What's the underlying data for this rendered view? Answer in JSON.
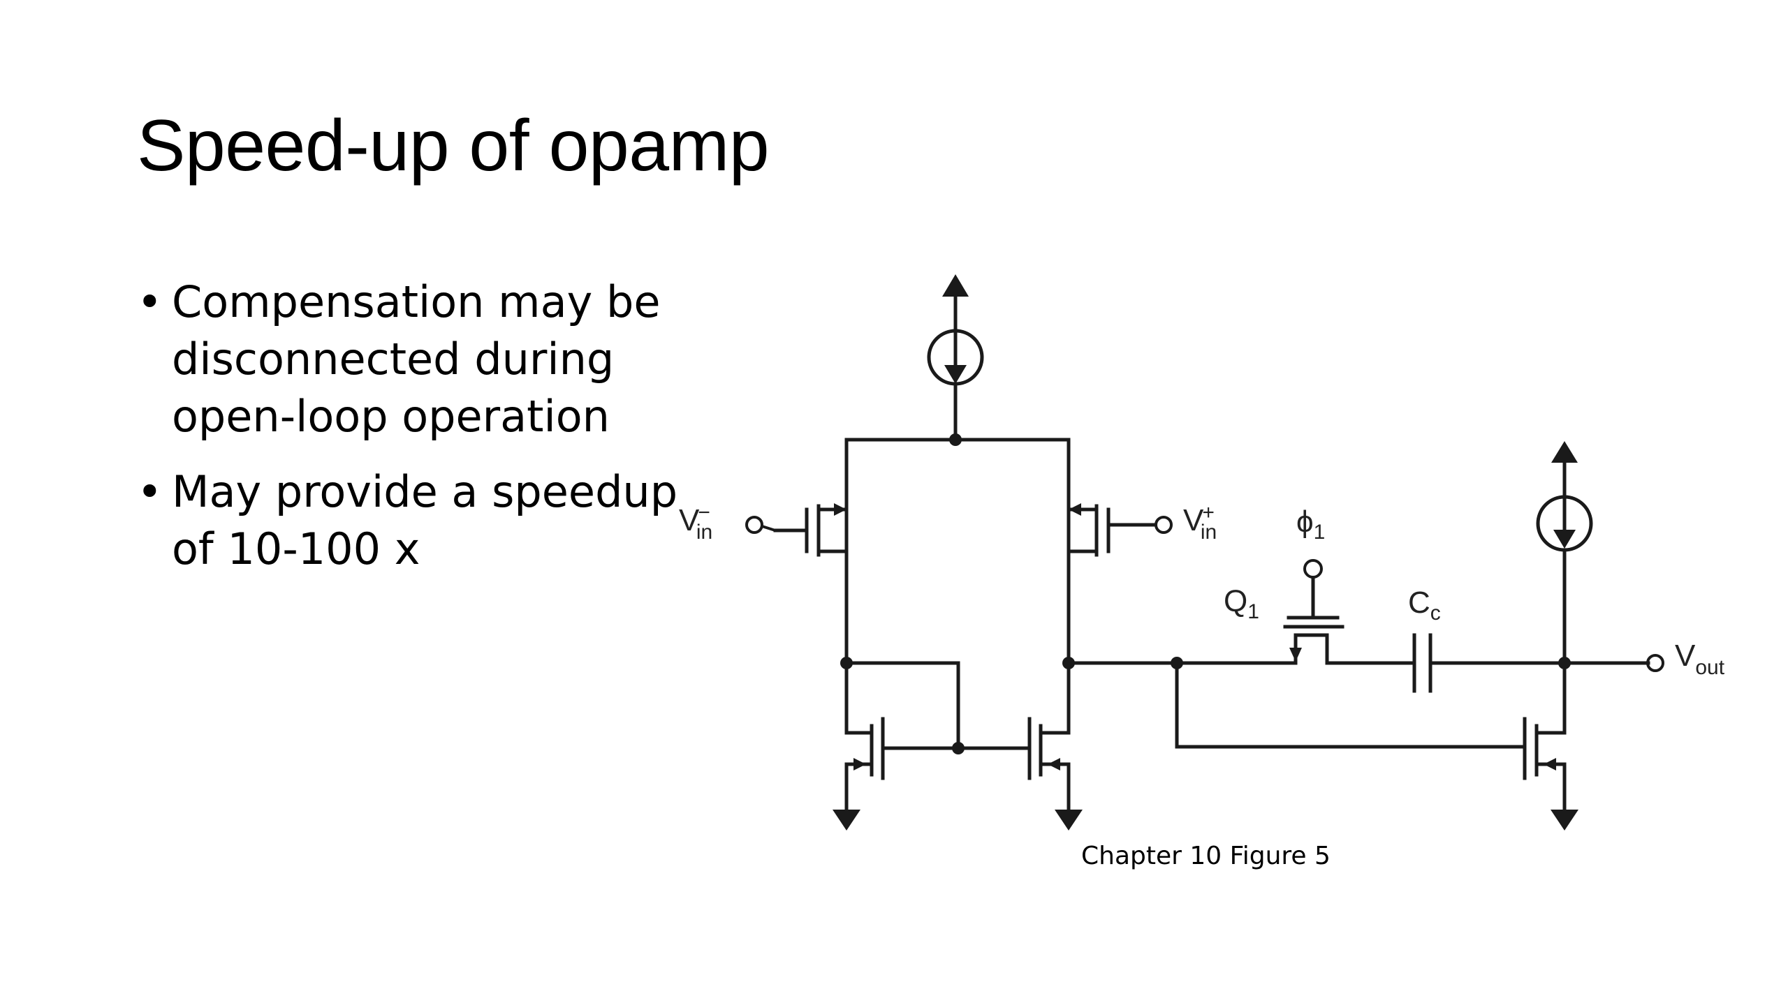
{
  "slide": {
    "title": "Speed-up of opamp",
    "bullets": [
      {
        "line1": "Compensation may be",
        "line2": "disconnected during",
        "line3": "open-loop operation"
      },
      {
        "line1": "May provide a speedup",
        "line2": "of 10-100 x"
      }
    ],
    "bullet_glyph": "•",
    "caption": "Chapter 10 Figure 5"
  },
  "diagram": {
    "labels": {
      "vin_minus": {
        "main": "V",
        "sub": "in",
        "sup": "−"
      },
      "vin_plus": {
        "main": "V",
        "sub": "in",
        "sup": "+"
      },
      "phi1": {
        "main": "ϕ",
        "sub": "1"
      },
      "q1": {
        "main": "Q",
        "sub": "1"
      },
      "cc": {
        "main": "C",
        "sub": "c"
      },
      "vout": {
        "main": "V",
        "sub": "out"
      }
    },
    "stroke_color": "#1a1a1a"
  }
}
